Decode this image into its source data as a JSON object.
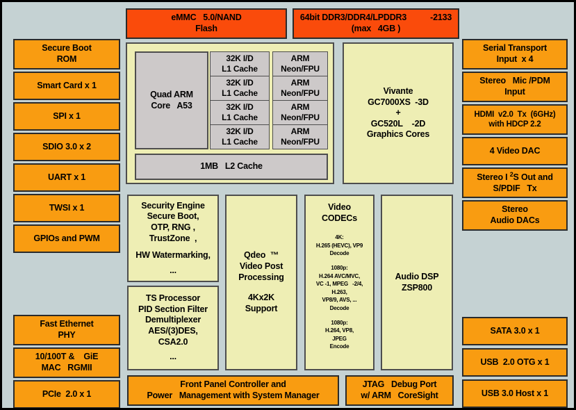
{
  "diagram": {
    "title": "SoC Block Diagram",
    "colors": {
      "background": "#c5d2d3",
      "peripheral": "#f99c11",
      "memory": "#fa4b0b",
      "functional": "#eeeeb4",
      "core": "#cdc9c9",
      "border": "#2a2a2a"
    }
  },
  "memory": {
    "emmc": {
      "line1": "eMMC   5.0/NAND",
      "line2": "Flash"
    },
    "ddr": {
      "line1": "64bit DDR3/DDR4/LPDDR3",
      "line1b": "-2133",
      "line2": "(max   4GB )"
    }
  },
  "left_column": {
    "items": [
      {
        "line1": "Secure Boot",
        "line2": "ROM"
      },
      {
        "line1": "Smart Card x 1",
        "line2": ""
      },
      {
        "line1": "SPI x 1",
        "line2": ""
      },
      {
        "line1": "SDIO 3.0 x 2",
        "line2": ""
      },
      {
        "line1": "UART x 1",
        "line2": ""
      },
      {
        "line1": "TWSI x 1",
        "line2": ""
      },
      {
        "line1": "GPIOs and PWM",
        "line2": ""
      }
    ],
    "lower_items": [
      {
        "line1": "Fast Ethernet",
        "line2": "PHY"
      },
      {
        "line1": "10/100T &    GiE",
        "line2": "MAC   RGMII"
      },
      {
        "line1": "PCIe  2.0 x 1",
        "line2": ""
      }
    ]
  },
  "right_column": {
    "items": [
      {
        "line1": "Serial Transport",
        "line2": "Input  x 4"
      },
      {
        "line1": "Stereo   Mic /PDM",
        "line2": "Input"
      },
      {
        "line1": "HDMI  v2.0  Tx  (6GHz)",
        "line2": "with HDCP 2.2"
      },
      {
        "line1": "4 Video DAC",
        "line2": ""
      },
      {
        "line1_pre": "Stereo I ",
        "line1_sup": "2",
        "line1_post": "S Out and",
        "line2": "S/PDIF   Tx"
      },
      {
        "line1": "Stereo",
        "line2": "Audio DACs"
      }
    ],
    "lower_items": [
      {
        "line1": "SATA 3.0 x 1",
        "line2": ""
      },
      {
        "line1": "USB  2.0 OTG x 1",
        "line2": ""
      },
      {
        "line1": "USB 3.0 Host x 1",
        "line2": ""
      }
    ]
  },
  "core": {
    "cpu_label": {
      "line1": "Quad ARM",
      "line2": "Core   A53"
    },
    "cache_cells": [
      {
        "line1": "32K I/D",
        "line2": "L1 Cache"
      },
      {
        "line1": "32K I/D",
        "line2": "L1 Cache"
      },
      {
        "line1": "32K I/D",
        "line2": "L1 Cache"
      },
      {
        "line1": "32K I/D",
        "line2": "L1 Cache"
      }
    ],
    "neon_cells": [
      {
        "line1": "ARM",
        "line2": "Neon/FPU"
      },
      {
        "line1": "ARM",
        "line2": "Neon/FPU"
      },
      {
        "line1": "ARM",
        "line2": "Neon/FPU"
      },
      {
        "line1": "ARM",
        "line2": "Neon/FPU"
      }
    ],
    "l2_label": "1MB   L2 Cache"
  },
  "gpu": {
    "lines": [
      "Vivante",
      "GC7000XS  -3D",
      "+",
      "GC520L    -2D",
      "Graphics Cores"
    ]
  },
  "security_engine": {
    "lines": [
      "Security Engine",
      "Secure Boot,",
      "OTP, RNG ,",
      "TrustZone  ,"
    ],
    "line_gap1": "HW Watermarking,",
    "ellipsis": "..."
  },
  "ts_processor": {
    "lines": [
      "TS Processor",
      "PID Section Filter",
      "Demultiplexer",
      "AES/(3)DES,",
      "CSA2.0"
    ],
    "ellipsis": "..."
  },
  "qdeo": {
    "line1": "Qdeo  ™",
    "line2": "Video Post",
    "line3": "Processing",
    "line4": "4Kx2K",
    "line5": "Support"
  },
  "video_codecs": {
    "title1": "Video",
    "title2": "CODECs",
    "group1": {
      "header": "4K:",
      "lines": [
        "H.265 (HEVC), VP9",
        "Decode"
      ]
    },
    "group2": {
      "header": "1080p:",
      "lines": [
        "H.264 AVC/MVC,",
        "VC -1, MPEG   -2/4,",
        "H.263,",
        "VP8/9, AVS, ...",
        "Decode"
      ]
    },
    "group3": {
      "header": "1080p:",
      "lines": [
        "H.264, VP8,",
        "JPEG",
        "Encode"
      ]
    }
  },
  "audio_dsp": {
    "line1": "Audio DSP",
    "line2": "ZSP800"
  },
  "bottom": {
    "front_panel": {
      "line1": "Front Panel Controller and",
      "line2": "Power   Management with System Manager"
    },
    "jtag": {
      "line1": "JTAG   Debug Port",
      "line2": "w/ ARM   CoreSight"
    }
  }
}
